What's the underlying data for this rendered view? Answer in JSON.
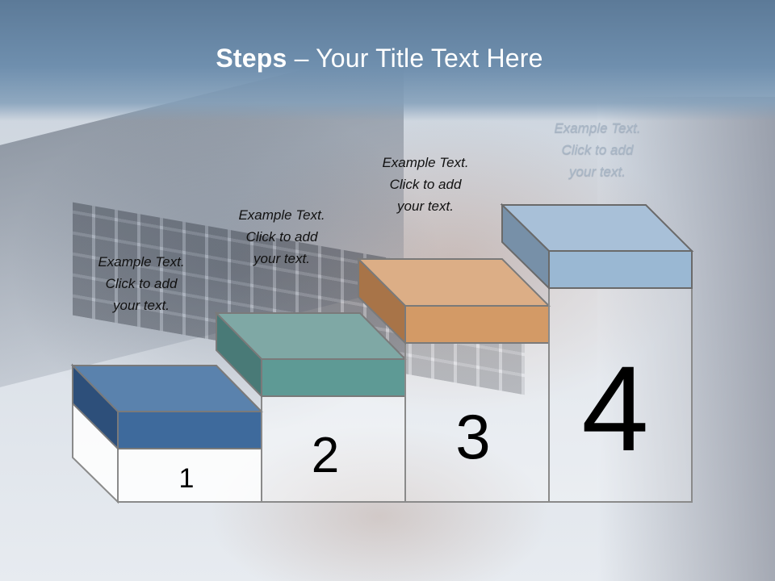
{
  "title": {
    "bold": "Steps",
    "rest": " – Your Title Text Here"
  },
  "steps": [
    {
      "number": "1",
      "caption": [
        "Example Text.",
        "Click  to add",
        "your text."
      ],
      "color": "#3e6a9c"
    },
    {
      "number": "2",
      "caption": [
        "Example Text.",
        "Click  to add",
        "your text."
      ],
      "color": "#5e9a95"
    },
    {
      "number": "3",
      "caption": [
        "Example Text.",
        "Click  to add",
        "your text."
      ],
      "color": "#d39a66"
    },
    {
      "number": "4",
      "caption": [
        "Example Text.",
        "Click  to add",
        "your text."
      ],
      "color": "#a8c0d8"
    }
  ]
}
